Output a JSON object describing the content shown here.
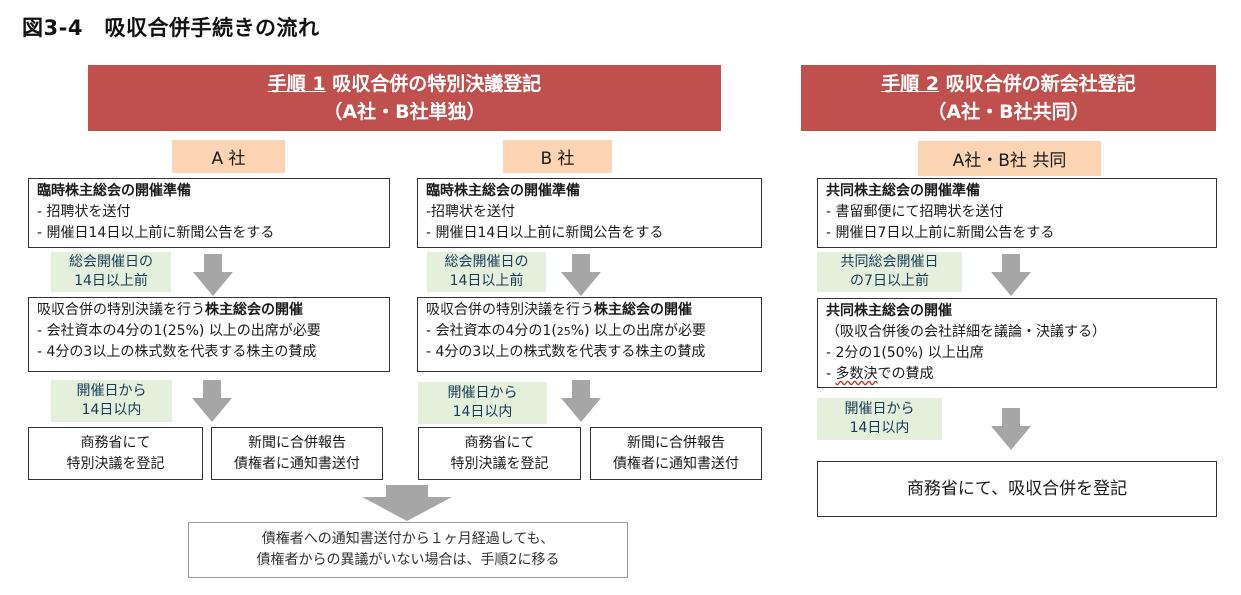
{
  "title": "図3-4　吸収合併手続きの流れ",
  "step1": {
    "label": "手順 1",
    "title": "吸収合併の特別決議登記",
    "sub": "（A社・B社単独）"
  },
  "step2": {
    "label": "手順 2",
    "title": "吸収合併の新会社登記",
    "sub": "（A社・B社共同）"
  },
  "companyA": {
    "tag": "A 社",
    "prep": {
      "heading": "臨時株主総会の開催準備",
      "line1": "- 招聘状を送付",
      "line2": "- 開催日14日以上前に新聞公告をする"
    },
    "note1": {
      "line1": "総会開催日の",
      "line2": "14日以上前"
    },
    "meeting": {
      "lead": "吸収合併の特別決議を行う",
      "bold": "株主総会の開催",
      "line1": "- 会社資本の4分の1(25%) 以上の出席が必要",
      "line2": "- 4分の3以上の株式数を代表する株主の賛成"
    },
    "note2": {
      "line1": "開催日から",
      "line2": "14日以内"
    },
    "reg": {
      "line1": "商務省にて",
      "line2": "特別決議を登記"
    },
    "news": {
      "line1": "新聞に合併報告",
      "line2": "債権者に通知書送付"
    }
  },
  "companyB": {
    "tag": "B 社",
    "prep": {
      "heading": "臨時株主総会の開催準備",
      "line1": "-招聘状を送付",
      "line2": "- 開催日14日以上前に新聞公告をする"
    },
    "note1": {
      "line1": "総会開催日の",
      "line2": "14日以上前"
    },
    "meeting": {
      "lead": "吸収合併の特別決議を行う",
      "bold": "株主総会の開催",
      "line1a": "- 会社資本の4分の1(",
      "line1b": "25",
      "line1c": "%) 以上の出席が必要",
      "line2": "- 4分の3以上の株式数を代表する株主の賛成"
    },
    "note2": {
      "line1": "開催日から",
      "line2": "14日以内"
    },
    "reg": {
      "line1": "商務省にて",
      "line2": "特別決議を登記"
    },
    "news": {
      "line1": "新聞に合併報告",
      "line2": "債権者に通知書送付"
    }
  },
  "joint": {
    "tag": "A社・B社 共同",
    "prep": {
      "heading": "共同株主総会の開催準備",
      "line1": "- 書留郵便にて招聘状を送付",
      "line2": "- 開催日7日以上前に新聞公告をする"
    },
    "note1": {
      "line1": "共同総会開催日",
      "line2": "の7日以上前"
    },
    "meeting": {
      "heading": "共同株主総会の開催",
      "line1": "（吸収合併後の会社詳細を議論・決議する）",
      "line2": "- 2分の1(50%) 以上出席",
      "line3a": "- ",
      "line3b": "多数決",
      "line3c": "での賛成"
    },
    "note2": {
      "line1": "開催日から",
      "line2": "14日以内"
    },
    "final": "商務省にて、吸収合併を登記"
  },
  "footer": {
    "line1": "債権者への通知書送付から１ヶ月経過しても、",
    "line2": "債権者からの異議がいない場合は、手順2に移る"
  },
  "colors": {
    "banner": "#c0504d",
    "tag": "#fbd4b4",
    "note": "#e4efdc",
    "arrow": "#a6a6a6"
  }
}
